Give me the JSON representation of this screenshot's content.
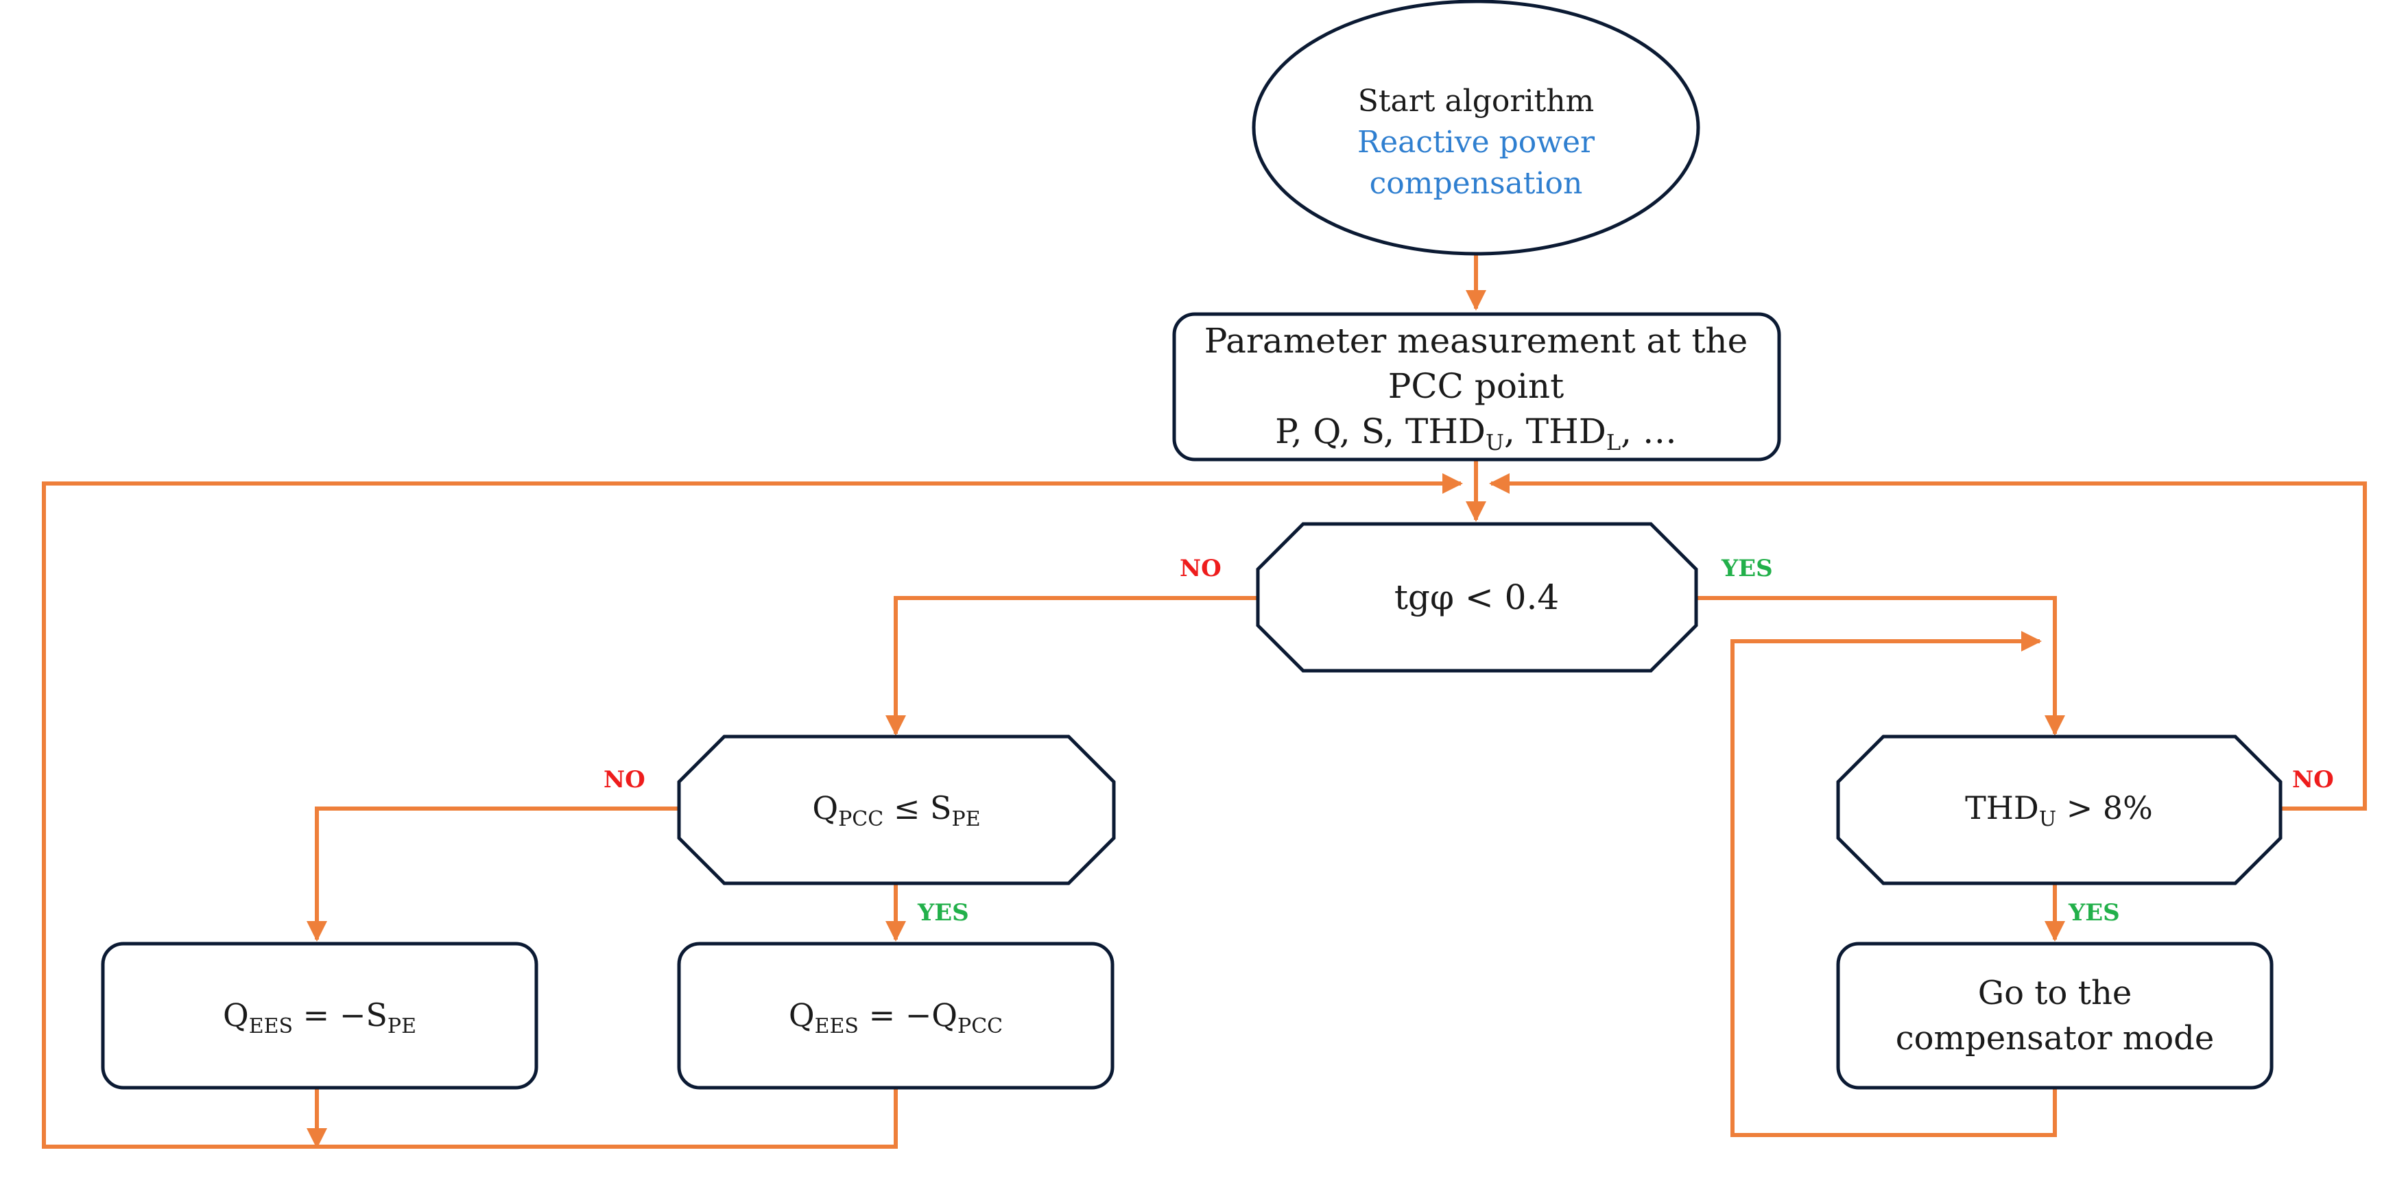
{
  "colors": {
    "flow_line": "#ee7f3a",
    "box_border": "#0b1a33",
    "label_no": "#ee1c1c",
    "label_yes": "#22b04a",
    "highlight_text": "#2f7fd0"
  },
  "start": {
    "line1": "Start algorithm",
    "line2": "Reactive power",
    "line3": "compensation"
  },
  "measure": {
    "line1": "Parameter measurement at the",
    "line2": "PCC point",
    "line3_prefix": "P, Q, S, THD",
    "line3_sub1": "U",
    "line3_mid": ", THD",
    "line3_sub2": "L",
    "line3_suffix": ", …"
  },
  "decision_tg": {
    "text": "tgφ  <  0.4"
  },
  "decision_q": {
    "q": "Q",
    "q_sub": "PCC",
    "op": " ≤  S",
    "s_sub": "PE"
  },
  "decision_thd": {
    "main": "THD",
    "sub": "U",
    "rest": " > 8%"
  },
  "box_qees_spe": {
    "q": "Q",
    "q_sub": "EES",
    "mid": " = −S",
    "s_sub": "PE"
  },
  "box_qees_qpcc": {
    "q": "Q",
    "q_sub": "EES",
    "mid": " = −Q",
    "s_sub": "PCC"
  },
  "box_compensator": {
    "line1": "Go to the",
    "line2": "compensator mode"
  },
  "labels": {
    "no": "NO",
    "yes": "YES"
  }
}
